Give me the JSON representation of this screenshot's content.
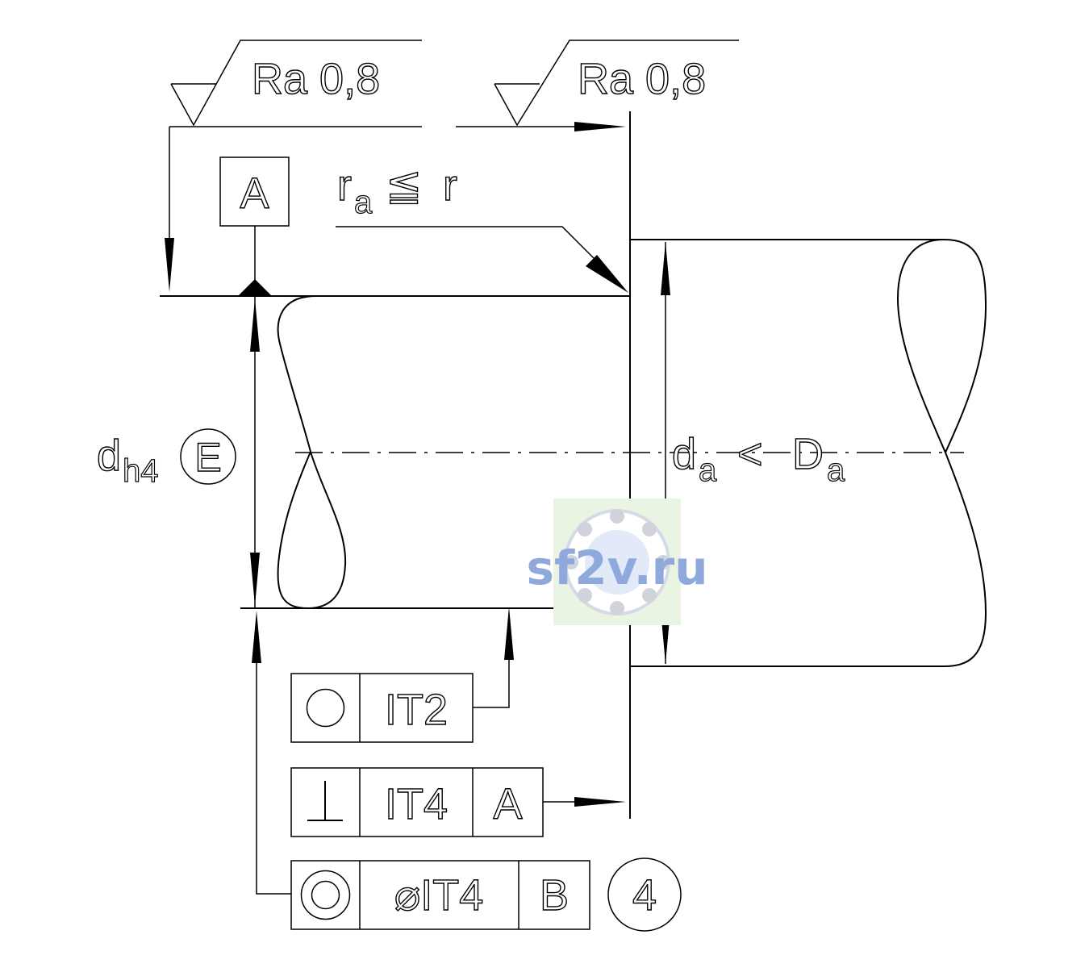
{
  "roughness": {
    "left": "Ra 0,8",
    "right": "Ra 0,8"
  },
  "datum": {
    "top": "A"
  },
  "radius_note": {
    "main": "r",
    "sub": "a",
    "rel": "≦",
    "rhs": "r"
  },
  "shaft_dim": {
    "main": "d",
    "sub": "h4",
    "modifier": "E"
  },
  "abutment_dim": {
    "main": "d",
    "sub": "a",
    "rel": "<",
    "rhs_main": "D",
    "rhs_sub": "a"
  },
  "tolerance_frames": [
    {
      "symbol": "circularity",
      "value": "IT2"
    },
    {
      "symbol": "perpendicularity",
      "value": "IT4",
      "datum": "A"
    },
    {
      "symbol": "coaxiality",
      "value": "⌀IT4",
      "datum": "B"
    }
  ],
  "balloon": "4",
  "watermark": "sf2v.ru",
  "colors": {
    "line": "#000000",
    "watermark_text": "#8fa9dc",
    "watermark_bg": "#e9f4e3"
  }
}
